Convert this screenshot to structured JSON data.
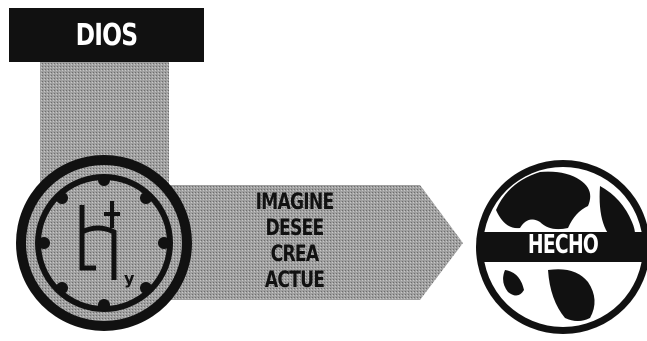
{
  "top_label": "DIOS",
  "actions": [
    "IMAGINE",
    "DESEE",
    "CREA",
    "ACTUE"
  ],
  "result_label": "HECHO",
  "symbol_subscript": "y",
  "icons": {
    "clock_symbol": "clock-with-cross-symbol-icon",
    "globe": "earth-globe-icon"
  },
  "colors": {
    "black": "#111111",
    "gray": "#9a9a9a",
    "white": "#ffffff"
  }
}
